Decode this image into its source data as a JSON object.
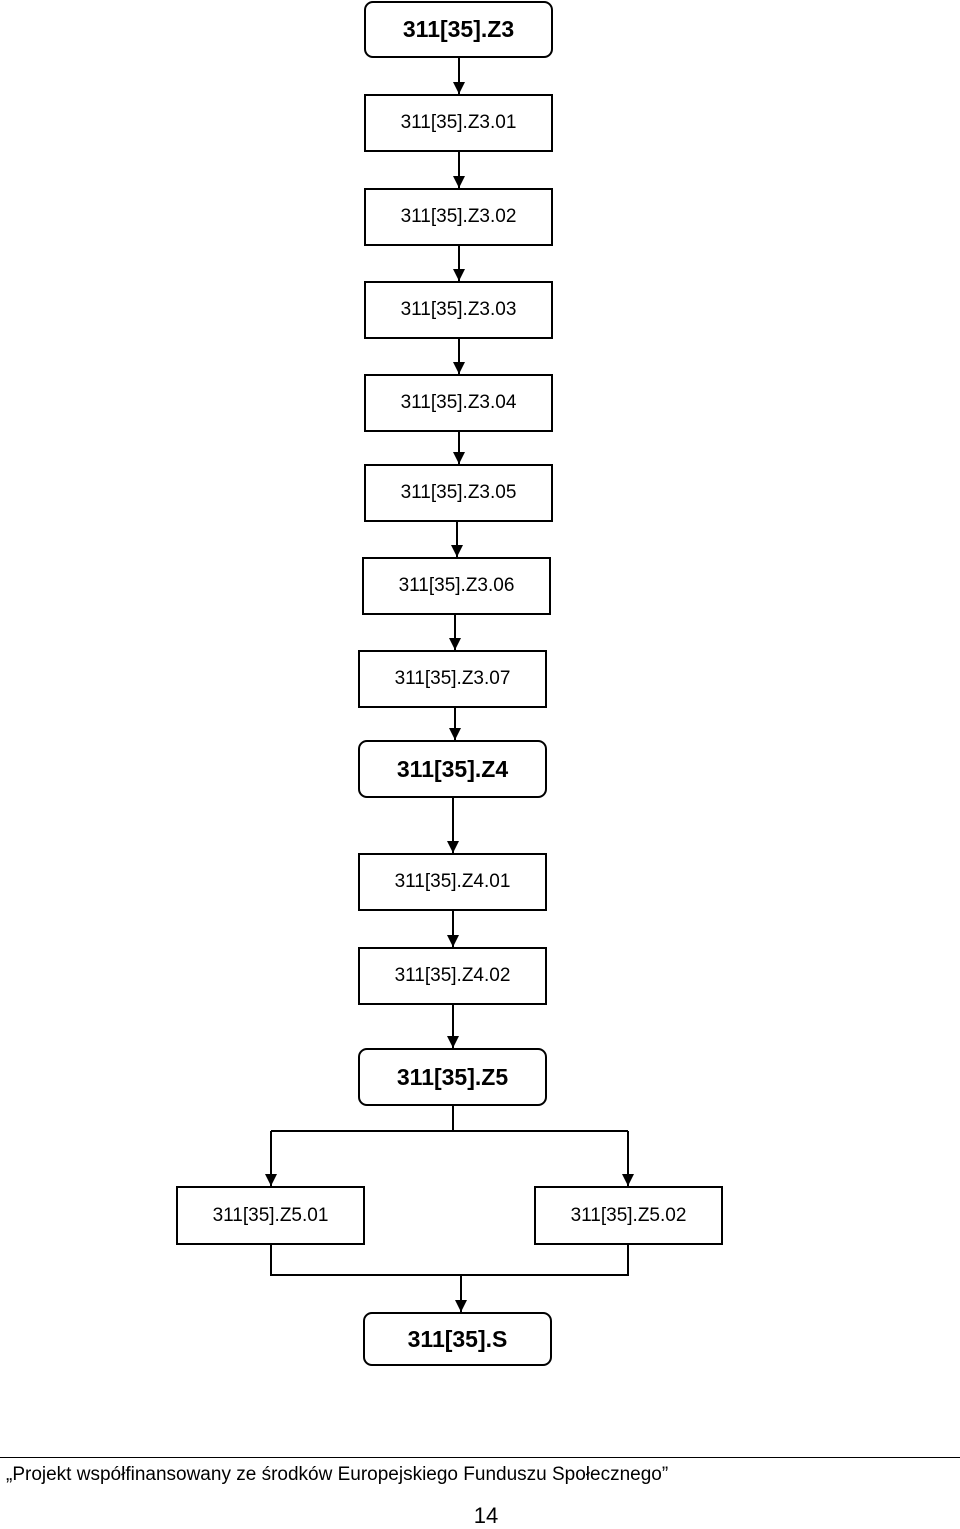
{
  "diagram": {
    "nodes": {
      "z3": "311[35].Z3",
      "z3_01": "311[35].Z3.01",
      "z3_02": "311[35].Z3.02",
      "z3_03": "311[35].Z3.03",
      "z3_04": "311[35].Z3.04",
      "z3_05": "311[35].Z3.05",
      "z3_06": "311[35].Z3.06",
      "z3_07": "311[35].Z3.07",
      "z4": "311[35].Z4",
      "z4_01": "311[35].Z4.01",
      "z4_02": "311[35].Z4.02",
      "z5": "311[35].Z5",
      "z5_01": "311[35].Z5.01",
      "z5_02": "311[35].Z5.02",
      "s": "311[35].S"
    },
    "edges": [
      [
        "z3",
        "z3_01"
      ],
      [
        "z3_01",
        "z3_02"
      ],
      [
        "z3_02",
        "z3_03"
      ],
      [
        "z3_03",
        "z3_04"
      ],
      [
        "z3_04",
        "z3_05"
      ],
      [
        "z3_05",
        "z3_06"
      ],
      [
        "z3_06",
        "z3_07"
      ],
      [
        "z3_07",
        "z4"
      ],
      [
        "z4",
        "z4_01"
      ],
      [
        "z4_01",
        "z4_02"
      ],
      [
        "z4_02",
        "z5"
      ],
      [
        "z5",
        "z5_01"
      ],
      [
        "z5",
        "z5_02"
      ],
      [
        "z5_01",
        "s"
      ],
      [
        "z5_02",
        "s"
      ]
    ]
  },
  "footer": {
    "text": "„Projekt współfinansowany ze środków Europejskiego Funduszu Społecznego”",
    "page_number": "14"
  }
}
